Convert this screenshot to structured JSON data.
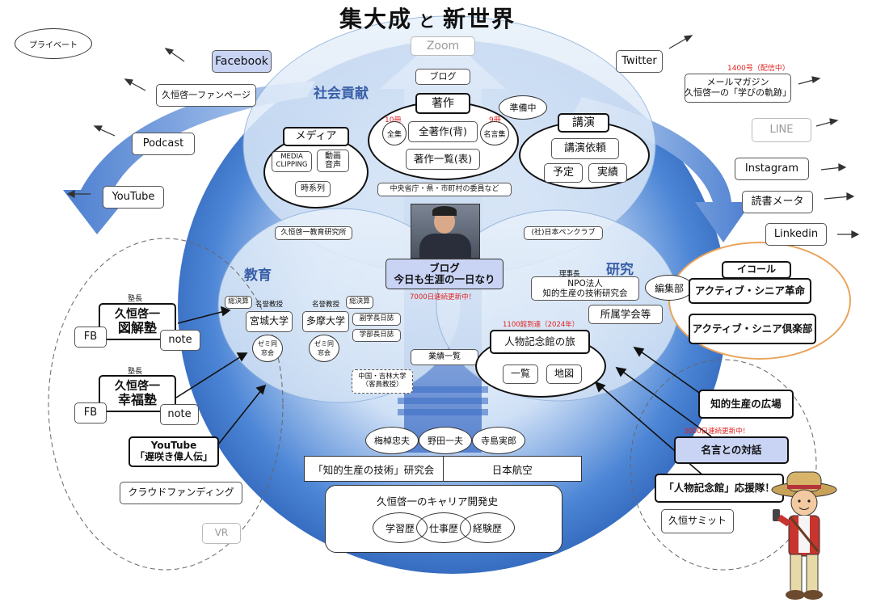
{
  "title": {
    "main": "集大成",
    "conj": "と",
    "sub": "新世界"
  },
  "top": {
    "zoom": "Zoom",
    "blog": "ブログ"
  },
  "sections": {
    "social": "社会貢献",
    "education": "教育",
    "research": "研究"
  },
  "left": {
    "private": "プライベート",
    "facebook": "Facebook",
    "fanpage": "久恒啓一ファンページ",
    "podcast": "Podcast",
    "youtube": "YouTube"
  },
  "right": {
    "twitter": "Twitter",
    "mm_count": "1400号（配信中）",
    "mm_line1": "メールマガジン",
    "mm_line2": "久恒啓一の「学びの軌跡」",
    "line": "LINE",
    "instagram": "Instagram",
    "dokusho": "読書メータ",
    "linkedin": "Linkedin"
  },
  "media": {
    "title": "メディア",
    "clipping": "MEDIA CLIPPING",
    "video": "動画",
    "audio": "音声",
    "timeline": "時系列"
  },
  "works": {
    "title": "著作",
    "count_left": "10冊",
    "count_right": "9冊",
    "preparing": "準備中",
    "zenshu": "全集",
    "all_works": "全著作(背)",
    "meigen": "名言集",
    "list": "著作一覧(表)"
  },
  "lecture": {
    "title": "講演",
    "request": "講演依頼",
    "schedule": "予定",
    "record": "実績"
  },
  "committee": "中央省庁・県・市町村の委員など",
  "institute": "久恒啓一教育研究所",
  "penclub": "(社)日本ペンクラブ",
  "blog_center": {
    "line1": "ブログ",
    "line2": "今日も生涯の一日なり",
    "note": "7000日連続更新中！"
  },
  "education": {
    "kessan1": "総決算",
    "kessan2": "総決算",
    "prof1": "名誉教授",
    "prof2": "名誉教授",
    "miyagi": "宮城大学",
    "tama": "多摩大学",
    "zemi1": "ゼミ同窓会",
    "zemi2": "ゼミ同窓会",
    "vice": "副学長日誌",
    "dean": "学部長日誌",
    "china": "中国・吉林大学（客員教授）",
    "achievements": "業績一覧"
  },
  "research": {
    "chairman": "理事長",
    "npo1": "NPO法人",
    "npo2": "知的生産の技術研究会",
    "editorial": "編集部",
    "societies": "所属学会等",
    "museums_count": "1100館到達（2024年）",
    "museums": "人物記念館の旅",
    "list": "一覧",
    "map": "地図"
  },
  "senior": {
    "equal": "イコール",
    "revolution": "アクティブ・シニア革命",
    "club": "アクティブ・シニア倶楽部"
  },
  "schools": {
    "headmaster1": "塾長",
    "headmaster2": "塾長",
    "zukai_name": "久恒啓一",
    "zukai": "図解塾",
    "kofuku_name": "久恒啓一",
    "kofuku": "幸福塾",
    "fb1": "FB",
    "fb2": "FB",
    "note1": "note",
    "note2": "note"
  },
  "youtube_late": {
    "line1": "YouTube",
    "line2": "「遅咲き偉人伝」"
  },
  "crowdfunding": "クラウドファンディング",
  "vr": "VR",
  "right_bottom": {
    "hiroba": "知的生産の広場",
    "meigen_count": "3000日連続更新中！",
    "meigen": "名言との対話",
    "ouen": "「人物記念館」応援隊！",
    "summit": "久恒サミット"
  },
  "mentors": {
    "umesao": "梅棹忠夫",
    "noda": "野田一夫",
    "terashima": "寺島実郎"
  },
  "org": {
    "society": "「知的生産の技術」研究会",
    "jal": "日本航空"
  },
  "career": {
    "title": "久恒啓一のキャリア開発史",
    "study": "学習歴",
    "work": "仕事歴",
    "exp": "経験歴"
  },
  "colors": {
    "blue_dark": "#3f6fc6",
    "blue_light": "#dce9f8",
    "orange": "#e9a45c",
    "red": "#e02020",
    "highlight": "#c9d4f5"
  }
}
